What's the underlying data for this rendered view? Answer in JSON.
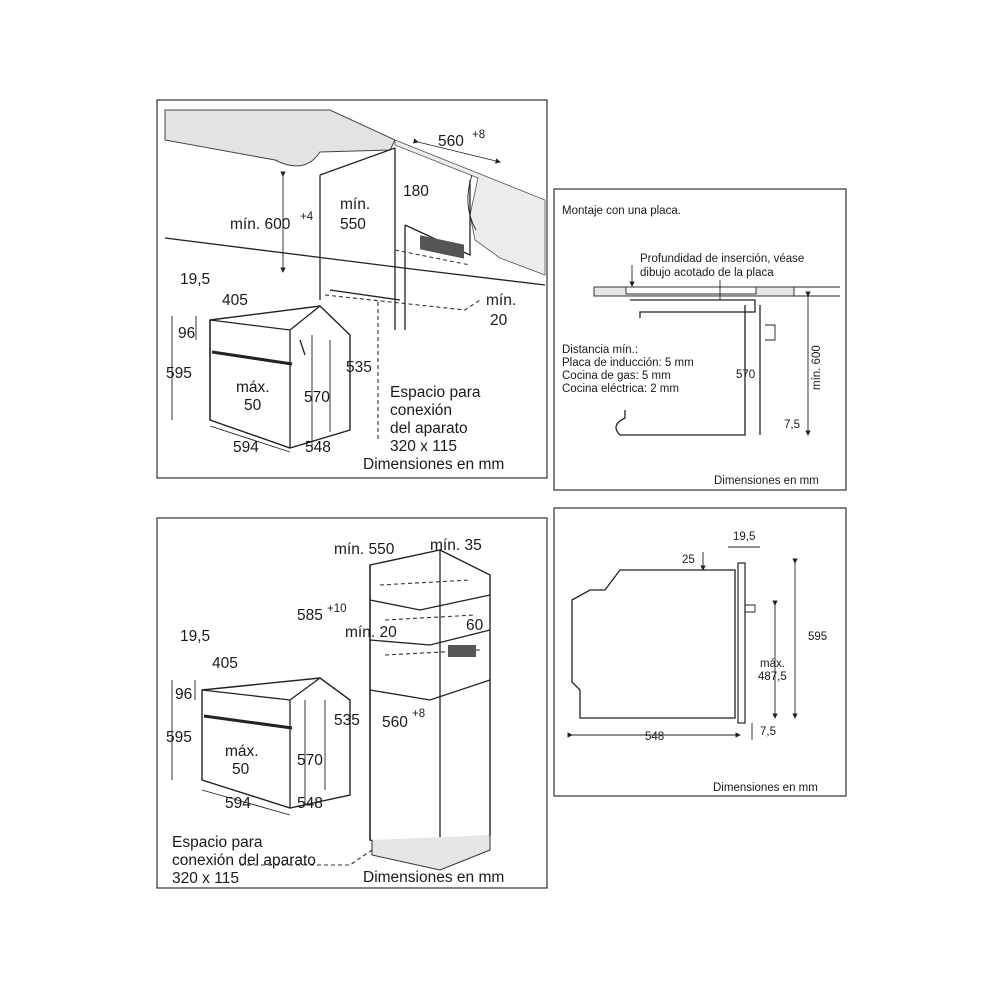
{
  "panel1": {
    "width_top": "560",
    "width_top_tol": "+8",
    "min_height": "mín. 600",
    "min_height_tol": "+4",
    "min_550_a": "mín.",
    "min_550_b": "550",
    "d180": "180",
    "min20_a": "mín.",
    "min20_b": "20",
    "d19_5": "19,5",
    "d405": "405",
    "d96": "96",
    "d595": "595",
    "d535": "535",
    "d570": "570",
    "max50_a": "máx.",
    "max50_b": "50",
    "d594": "594",
    "d548": "548",
    "espacio": [
      "Espacio para",
      "conexión",
      "del aparato",
      "320 x 115"
    ],
    "units": "Dimensiones en mm"
  },
  "panel2": {
    "title": "Montaje con una placa.",
    "note_a": "Profundidad de inserción, véase",
    "note_b": "dibujo acotado de la placa",
    "dist": [
      "Distancia mín.:",
      "Placa de inducción: 5 mm",
      "Cocina de gas: 5 mm",
      "Cocina eléctrica: 2 mm"
    ],
    "d570": "570",
    "min600": "mín. 600",
    "d7_5": "7,5",
    "units": "Dimensiones en mm"
  },
  "panel3": {
    "min550": "mín. 550",
    "min35": "mín. 35",
    "d585": "585",
    "d585_tol": "+10",
    "min20": "mín. 20",
    "d60": "60",
    "d560": "560",
    "d560_tol": "+8",
    "d19_5": "19,5",
    "d405": "405",
    "d96": "96",
    "d595": "595",
    "d535": "535",
    "d570": "570",
    "max50_a": "máx.",
    "max50_b": "50",
    "d594": "594",
    "d548": "548",
    "espacio": [
      "Espacio para",
      "conexión del aparato",
      "320 x 115"
    ],
    "units": "Dimensiones en mm"
  },
  "panel4": {
    "d19_5": "19,5",
    "d25": "25",
    "d595": "595",
    "max_a": "máx.",
    "max_b": "487,5",
    "d548": "548",
    "d7_5": "7,5",
    "units": "Dimensiones en mm"
  }
}
